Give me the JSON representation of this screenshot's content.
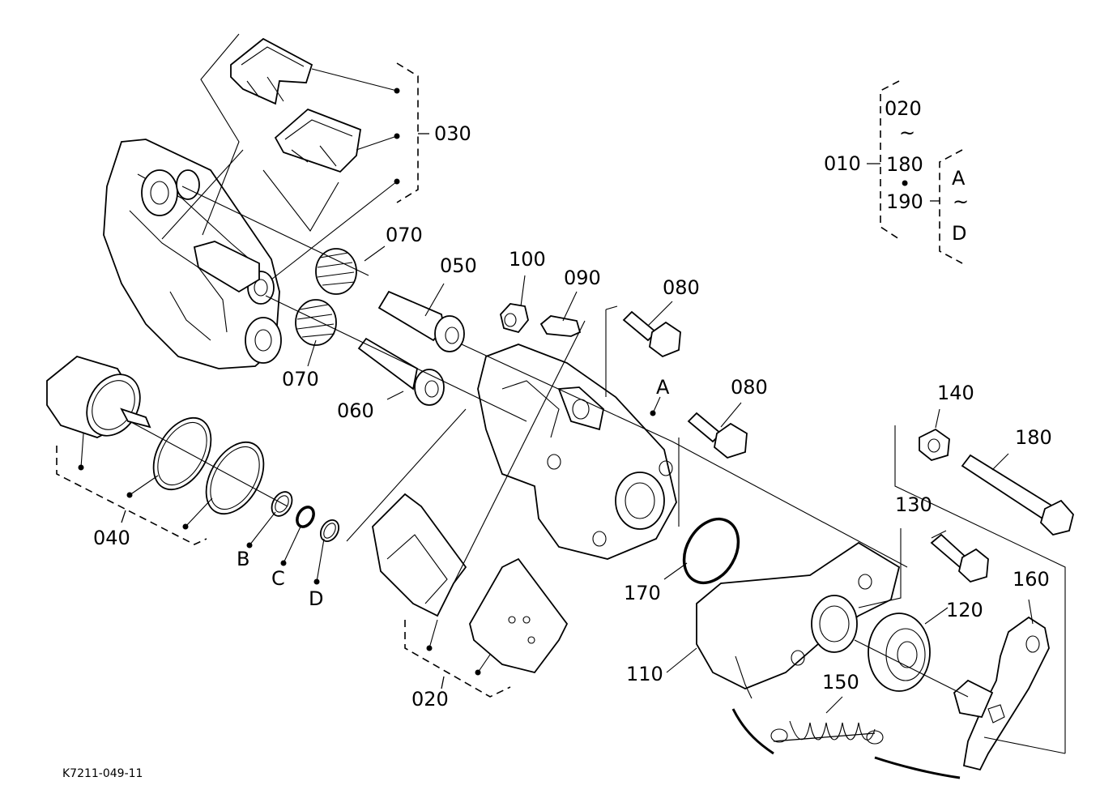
{
  "figure_code": "K7211-049-11",
  "callouts": {
    "c020": "020",
    "c030": "030",
    "c040": "040",
    "c050": "050",
    "c060": "060",
    "c070a": "070",
    "c070b": "070",
    "c080a": "080",
    "c080b": "080",
    "c090": "090",
    "c100": "100",
    "c110": "110",
    "c120": "120",
    "c130": "130",
    "c140": "140",
    "c150": "150",
    "c160": "160",
    "c170": "170",
    "c180": "180",
    "ref_a": "A",
    "ref_b": "B",
    "ref_c": "C",
    "ref_d": "D"
  },
  "assembly_legend": {
    "parent": "010",
    "range_start": "020",
    "tilde": "~",
    "range_end": "180",
    "dot": "•",
    "extra": "190",
    "sub_start": "A",
    "sub_tilde": "~",
    "sub_end": "D"
  }
}
